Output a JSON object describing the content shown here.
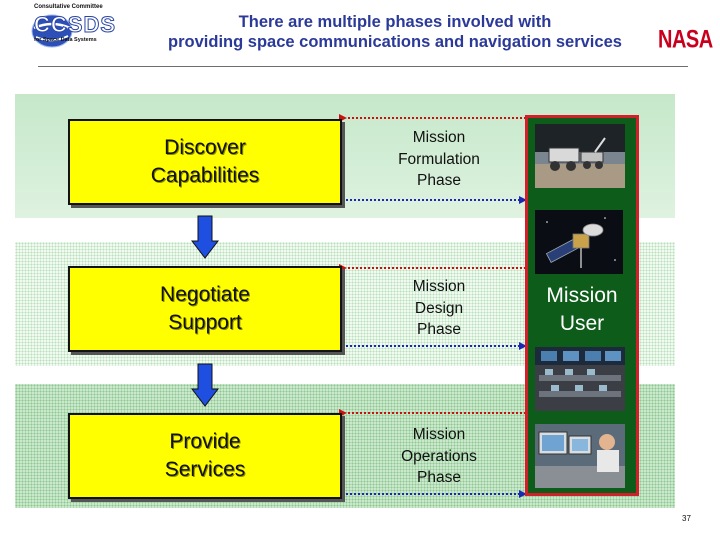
{
  "header": {
    "logo": {
      "line1": "Consultative Committee",
      "wordmark": "CCSDS",
      "line3": "for Space Data Systems"
    },
    "title_line1": "There are multiple phases involved with",
    "title_line2": "providing space communications and navigation services",
    "agency": "NASA"
  },
  "left_boxes": [
    {
      "line1": "Discover",
      "line2": "Capabilities"
    },
    {
      "line1": "Negotiate",
      "line2": "Support"
    },
    {
      "line1": "Provide",
      "line2": "Services"
    }
  ],
  "mission_phases": [
    {
      "line1": "Mission",
      "line2": "Formulation",
      "line3": "Phase"
    },
    {
      "line1": "Mission",
      "line2": "Design",
      "line3": "Phase"
    },
    {
      "line1": "Mission",
      "line2": "Operations",
      "line3": "Phase"
    }
  ],
  "mission_user": {
    "line1": "Mission",
    "line2": "User"
  },
  "photos": [
    "rover-photo",
    "spacecraft-photo",
    "control-room-photo",
    "operator-photo"
  ],
  "colors": {
    "title": "#2b3a99",
    "nasa": "#c8001e",
    "box_fill": "#ffff00",
    "user_fill": "#0e5c1a",
    "user_border": "#d0202a",
    "arrow_fill": "#1f4fe0",
    "connector_red": "#cc1010",
    "connector_blue": "#1a2ab0"
  },
  "footer": {
    "page_number": "37"
  }
}
